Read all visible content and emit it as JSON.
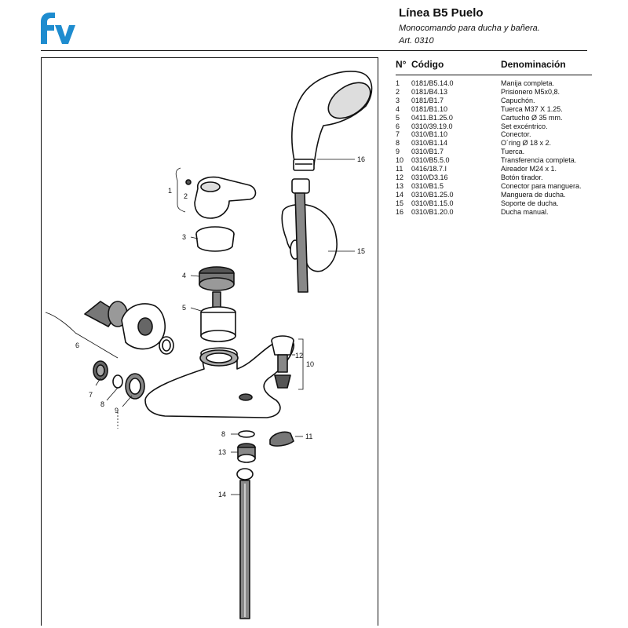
{
  "header": {
    "title": "Línea B5 Puelo",
    "subtitle": "Monocomando para ducha y bañera.",
    "article": "Art. 0310"
  },
  "colors": {
    "logo": "#1e8ccf",
    "line": "#111111"
  },
  "parts_table": {
    "headers": [
      "N°",
      "Código",
      "Denominación"
    ],
    "rows": [
      {
        "n": "1",
        "code": "0181/B5.14.0",
        "name": "Manija completa."
      },
      {
        "n": "2",
        "code": "0181/B4.13",
        "name": "Prisionero M5x0,8."
      },
      {
        "n": "3",
        "code": "0181/B1.7",
        "name": "Capuchón."
      },
      {
        "n": "4",
        "code": "0181/B1.10",
        "name": "Tuerca M37 X 1.25."
      },
      {
        "n": "5",
        "code": "0411.B1.25.0",
        "name": "Cartucho Ø 35 mm."
      },
      {
        "n": "6",
        "code": "0310/39.19.0",
        "name": "Set excéntrico."
      },
      {
        "n": "7",
        "code": "0310/B1.10",
        "name": "Conector."
      },
      {
        "n": "8",
        "code": "0310/B1.14",
        "name": "O´ring Ø 18 x 2."
      },
      {
        "n": "9",
        "code": "0310/B1.7",
        "name": "Tuerca."
      },
      {
        "n": "10",
        "code": "0310/B5.5.0",
        "name": "Transferencia completa."
      },
      {
        "n": "11",
        "code": "0416/18.7.I",
        "name": "Aireador M24 x 1."
      },
      {
        "n": "12",
        "code": "0310/D3.16",
        "name": "Botón tirador."
      },
      {
        "n": "13",
        "code": "0310/B1.5",
        "name": "Conector para manguera."
      },
      {
        "n": "14",
        "code": "0310/B1.25.0",
        "name": "Manguera de ducha."
      },
      {
        "n": "15",
        "code": "0310/B1.15.0",
        "name": "Soporte de ducha."
      },
      {
        "n": "16",
        "code": "0310/B1.20.0",
        "name": "Ducha manual."
      }
    ]
  },
  "callouts": {
    "c1": "1",
    "c2": "2",
    "c3": "3",
    "c4": "4",
    "c5": "5",
    "c6": "6",
    "c7": "7",
    "c8a": "8",
    "c8b": "8",
    "c9": "9",
    "c10": "10",
    "c11": "11",
    "c12": "12",
    "c13": "13",
    "c14": "14",
    "c15": "15",
    "c16": "16"
  }
}
